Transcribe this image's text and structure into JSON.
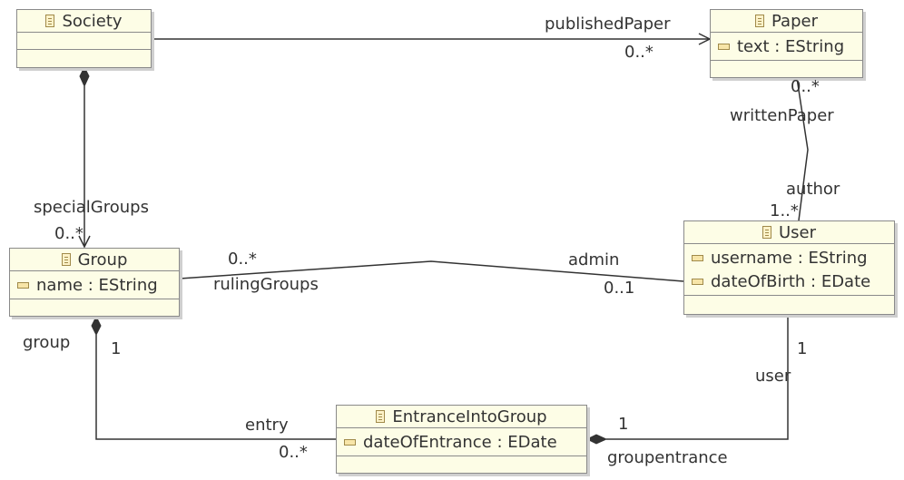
{
  "classes": {
    "society": {
      "name": "Society",
      "attributes": []
    },
    "paper": {
      "name": "Paper",
      "attributes": [
        "text : EString"
      ]
    },
    "group": {
      "name": "Group",
      "attributes": [
        "name : EString"
      ]
    },
    "user": {
      "name": "User",
      "attributes": [
        "username : EString",
        "dateOfBirth : EDate"
      ]
    },
    "entrance": {
      "name": "EntranceIntoGroup",
      "attributes": [
        "dateOfEntrance : EDate"
      ]
    }
  },
  "references": {
    "published_paper": {
      "role": "publishedPaper",
      "multiplicity": "0..*"
    },
    "special_groups": {
      "role": "specialGroups",
      "multiplicity": "0..*"
    },
    "written_paper": {
      "role": "writtenPaper",
      "multiplicity": "0..*"
    },
    "author": {
      "role": "author",
      "multiplicity": "1..*"
    },
    "ruling_groups": {
      "role": "rulingGroups",
      "multiplicity": "0..*"
    },
    "admin": {
      "role": "admin",
      "multiplicity": "0..1"
    },
    "group_end": {
      "role": "group",
      "multiplicity": "1"
    },
    "entry": {
      "role": "entry",
      "multiplicity": "0..*"
    },
    "user_end": {
      "role": "user",
      "multiplicity": "1"
    },
    "groupentrance": {
      "role": "groupentrance",
      "multiplicity": "1"
    }
  },
  "colors": {
    "class_fill": "#fdfde6",
    "border": "#8a8a8a",
    "line": "#333333",
    "icon": "#a08a4a"
  }
}
